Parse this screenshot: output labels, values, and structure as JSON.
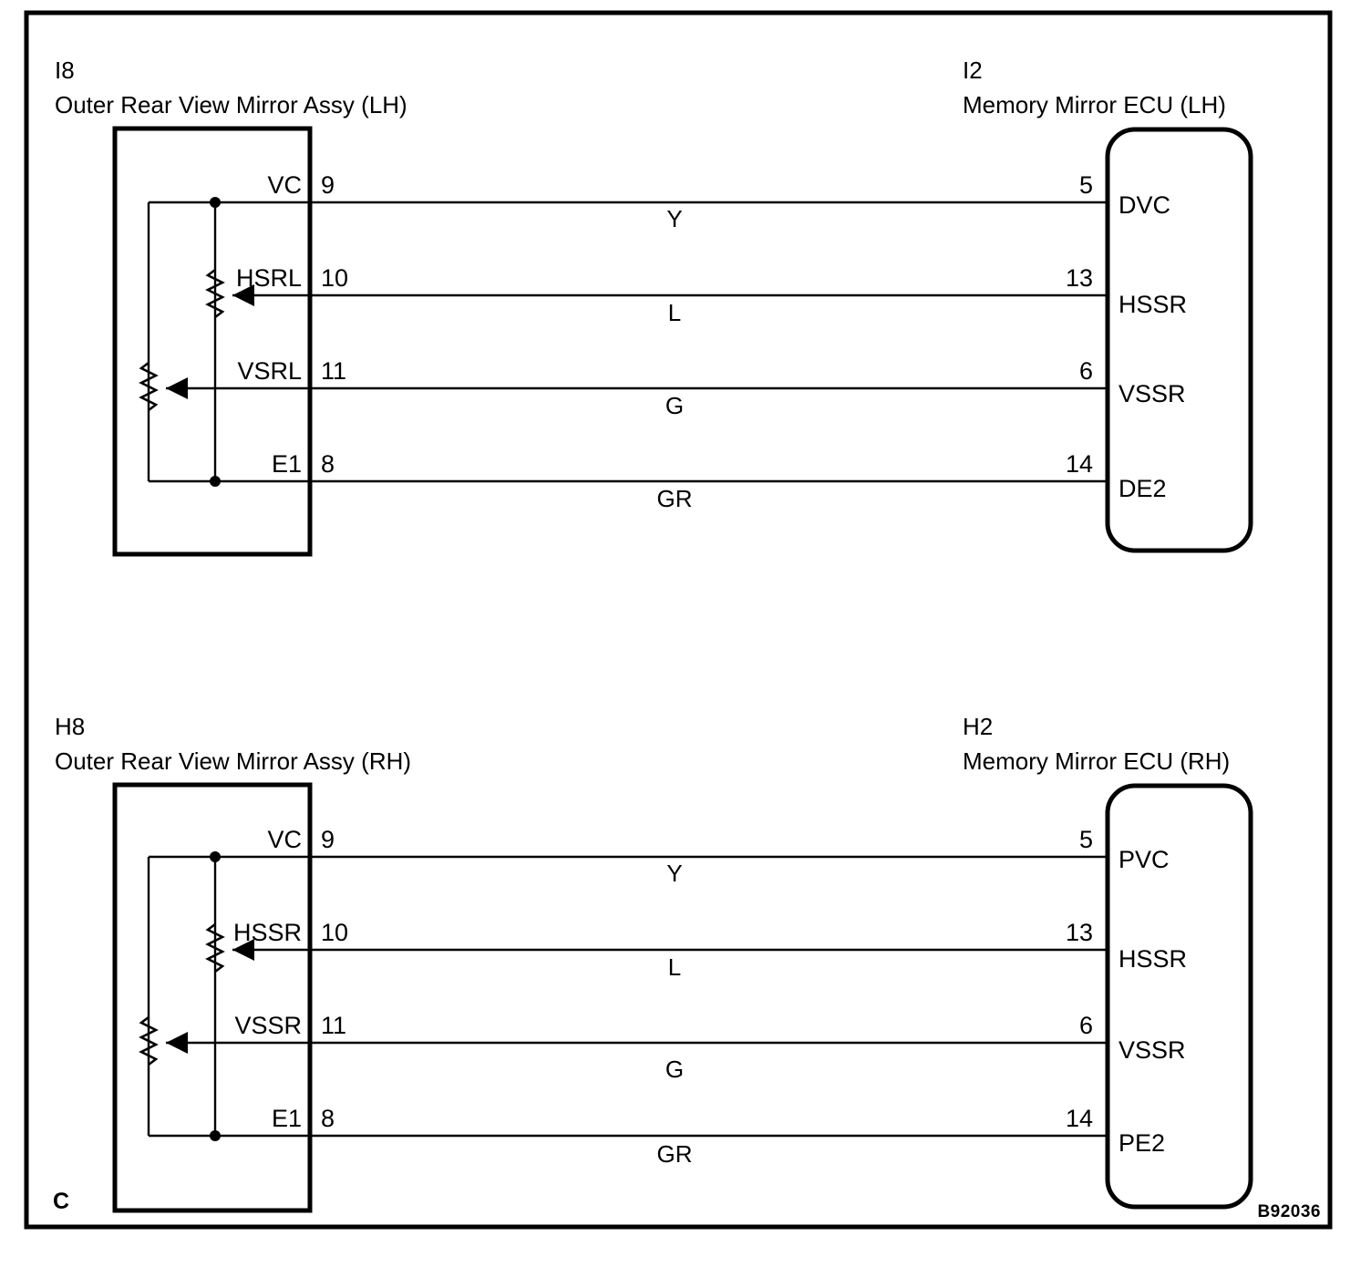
{
  "page": {
    "corner_label": "C",
    "reference_code": "B92036"
  },
  "sections": [
    {
      "id": "lh",
      "left_device": {
        "code": "I8",
        "name": "Outer Rear View Mirror Assy (LH)"
      },
      "right_device": {
        "code": "I2",
        "name": "Memory Mirror ECU (LH)"
      },
      "rows": [
        {
          "left_terminal": "VC",
          "left_pin": "9",
          "wire_color": "Y",
          "right_pin": "5",
          "right_terminal": "DVC"
        },
        {
          "left_terminal": "HSRL",
          "left_pin": "10",
          "wire_color": "L",
          "right_pin": "13",
          "right_terminal": "HSSR"
        },
        {
          "left_terminal": "VSRL",
          "left_pin": "11",
          "wire_color": "G",
          "right_pin": "6",
          "right_terminal": "VSSR"
        },
        {
          "left_terminal": "E1",
          "left_pin": "8",
          "wire_color": "GR",
          "right_pin": "14",
          "right_terminal": "DE2"
        }
      ]
    },
    {
      "id": "rh",
      "left_device": {
        "code": "H8",
        "name": "Outer Rear View Mirror Assy (RH)"
      },
      "right_device": {
        "code": "H2",
        "name": "Memory Mirror ECU (RH)"
      },
      "rows": [
        {
          "left_terminal": "VC",
          "left_pin": "9",
          "wire_color": "Y",
          "right_pin": "5",
          "right_terminal": "PVC"
        },
        {
          "left_terminal": "HSSR",
          "left_pin": "10",
          "wire_color": "L",
          "right_pin": "13",
          "right_terminal": "HSSR"
        },
        {
          "left_terminal": "VSSR",
          "left_pin": "11",
          "wire_color": "G",
          "right_pin": "6",
          "right_terminal": "VSSR"
        },
        {
          "left_terminal": "E1",
          "left_pin": "8",
          "wire_color": "GR",
          "right_pin": "14",
          "right_terminal": "PE2"
        }
      ]
    }
  ],
  "colors": {
    "ink": "#000000",
    "paper": "#ffffff"
  }
}
